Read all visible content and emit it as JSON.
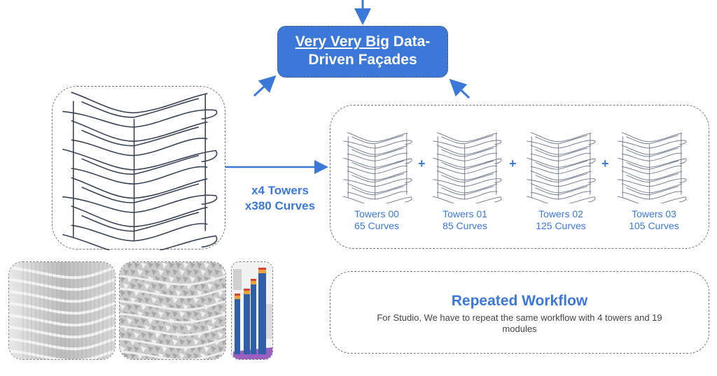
{
  "title": {
    "underlined": "Very Very Big",
    "rest_line1": " Data-",
    "line2": "Driven Façades"
  },
  "summary": {
    "towers": "x4 Towers",
    "curves": "x380 Curves"
  },
  "towers": [
    {
      "name": "Towers 00",
      "curves": "65 Curves"
    },
    {
      "name": "Towers 01",
      "curves": "85 Curves"
    },
    {
      "name": "Towers 02",
      "curves": "125 Curves"
    },
    {
      "name": "Towers 03",
      "curves": "105 Curves"
    }
  ],
  "plus_symbol": "+",
  "workflow": {
    "title": "Repeated Workflow",
    "description": "For Studio, We have to repeat the same workflow with 4 towers and 19 modules"
  },
  "images": [
    {
      "alt": "facade-render-ribbons"
    },
    {
      "alt": "facade-render-triangular-panels"
    },
    {
      "alt": "towers-heatmap-analysis"
    }
  ],
  "colors": {
    "accent": "#3b78d8",
    "sketch_stroke": "#3a4256",
    "sketch_stroke_light": "#6b7388"
  }
}
